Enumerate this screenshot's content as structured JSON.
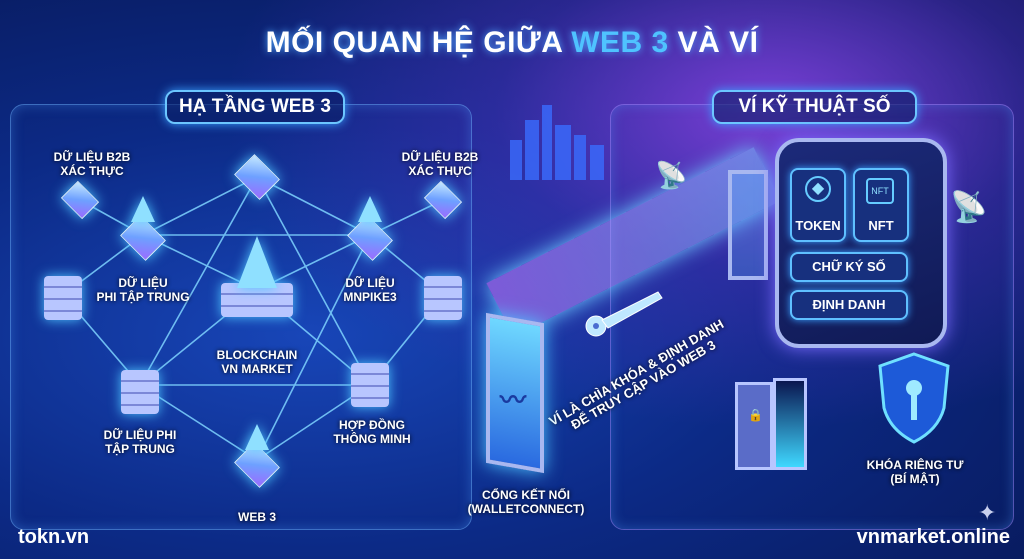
{
  "title": {
    "prefix": "MỐI QUAN HỆ GIỮA ",
    "highlight": "WEB 3",
    "suffix": " VÀ VÍ"
  },
  "left_panel": {
    "header": "HẠ TẦNG WEB 3",
    "nodes": {
      "b2b_left": "DỮ LIỆU B2B\nXÁC THỰC",
      "b2b_right": "DỮ LIỆU B2B\nXÁC THỰC",
      "decentral_1": "DỮ LIỆU\nPHI TẬP TRUNG",
      "data_right": "DỮ LIỆU\nMNPIKE3",
      "blockchain": "BLOCKCHAIN\nVN MARKET",
      "decentral_2": "DỮ LIỆU PHI\nTẬP TRUNG",
      "smart_contract": "HỢP ĐỒNG\nTHÔNG MINH",
      "web3": "WEB 3"
    }
  },
  "right_panel": {
    "header": "VÍ KỸ THUẬT SỐ",
    "phone": {
      "token": "TOKEN",
      "nft_icon": "NFT",
      "nft": "NFT",
      "signature": "CHỮ KÝ SỐ",
      "identity": "ĐỊNH DANH"
    },
    "beam_text": "VÍ LÀ CHÌA KHÓA & ĐỊNH DANH\nĐỂ TRUY CẬP VÀO WEB 3",
    "gateway": "CỔNG KẾT NỐI\n(WALLETCONNECT)",
    "private_key": "KHÓA RIÊNG TƯ\n(BÍ MẬT)"
  },
  "footer": {
    "left": "tokn.vn",
    "right": "vnmarket.online"
  }
}
